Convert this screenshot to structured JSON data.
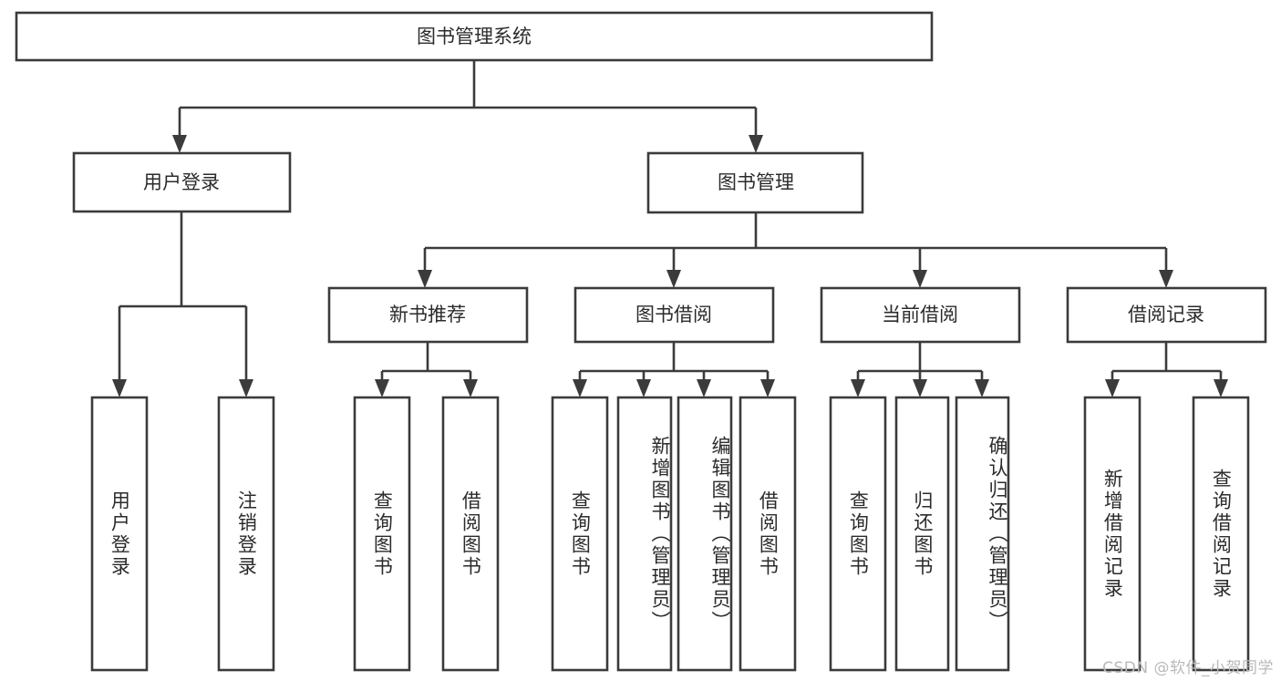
{
  "diagram": {
    "type": "tree-hierarchy-chart",
    "title": "图书管理系统",
    "watermark": "CSDN @软件_小贺同学",
    "colors": {
      "stroke": "#3b3b3b",
      "box_fill": "#ffffff",
      "text": "#2b2b2b",
      "background": "#ffffff",
      "watermark": "#b9b9b9"
    },
    "root": {
      "label": "图书管理系统",
      "orientation": "horizontal"
    },
    "level2": [
      {
        "label": "用户登录",
        "orientation": "horizontal"
      },
      {
        "label": "图书管理",
        "orientation": "horizontal"
      }
    ],
    "level3": [
      {
        "label": "新书推荐",
        "orientation": "horizontal"
      },
      {
        "label": "图书借阅",
        "orientation": "horizontal"
      },
      {
        "label": "当前借阅",
        "orientation": "horizontal"
      },
      {
        "label": "借阅记录",
        "orientation": "horizontal"
      }
    ],
    "leaves": {
      "user_login": [
        {
          "label": "用户登录",
          "orientation": "vertical"
        },
        {
          "label": "注销登录",
          "orientation": "vertical"
        }
      ],
      "new_book_recommend": [
        {
          "label": "查询图书",
          "orientation": "vertical"
        },
        {
          "label": "借阅图书",
          "orientation": "vertical"
        }
      ],
      "book_borrow": [
        {
          "label": "查询图书",
          "orientation": "vertical"
        },
        {
          "label": "新增图书（管理员）",
          "orientation": "vertical"
        },
        {
          "label": "编辑图书（管理员）",
          "orientation": "vertical"
        },
        {
          "label": "借阅图书",
          "orientation": "vertical"
        }
      ],
      "current_borrow": [
        {
          "label": "查询图书",
          "orientation": "vertical"
        },
        {
          "label": "归还图书",
          "orientation": "vertical"
        },
        {
          "label": "确认归还（管理员）",
          "orientation": "vertical"
        }
      ],
      "borrow_record": [
        {
          "label": "新增借阅记录",
          "orientation": "vertical"
        },
        {
          "label": "查询借阅记录",
          "orientation": "vertical"
        }
      ]
    }
  }
}
